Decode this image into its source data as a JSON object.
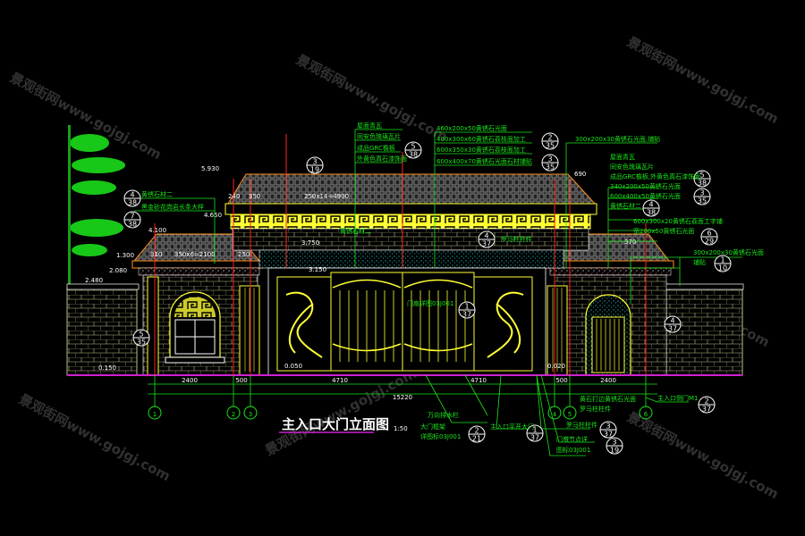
{
  "drawing": {
    "title": "主入口大门立面图",
    "scale": "1:50",
    "watermark": "景观街网www.gojgj.com"
  },
  "dimensions": {
    "segments": [
      "2400",
      "500",
      "4710",
      "4710",
      "500",
      "2400"
    ],
    "total": "15220",
    "top_elevations": [
      "5.930",
      "4.650",
      "4.100",
      "3.750",
      "3.150",
      "2.480",
      "2.080",
      "1.300"
    ],
    "roof_dims": [
      "240",
      "350",
      "350x6=2100",
      "250x14=4900",
      "690",
      "370",
      "310",
      "250"
    ],
    "base": [
      "0.150",
      "0.050",
      "0.020"
    ]
  },
  "axes": [
    "1",
    "2",
    "3",
    "4",
    "5",
    "6"
  ],
  "callouts_top_center": {
    "left_group": [
      "屋面青瓦",
      "同安色琉璃瓦片",
      "成品GRC檐板",
      "外黄色真石漆饰面"
    ],
    "left_ref": {
      "num": "5",
      "sheet": "38"
    },
    "right_group": [
      "460x200x50黄锈石光面",
      "400x300x60黄锈石荔枝面加工",
      "600x350x30黄锈石荔枝面加工",
      "600x400x70黄锈石光面石材铺贴"
    ],
    "ref_a": {
      "num": "2",
      "sheet": "35"
    },
    "ref_b": {
      "num": "3",
      "sheet": "35"
    }
  },
  "callouts_right": {
    "top_line": "300x200x30黄锈石光面,铺贴",
    "group": [
      "屋面青瓦",
      "同安色琉璃瓦片",
      "成品GRC檐板,外黄色真石漆饰面",
      "340x200x50黄锈石光面",
      "600x400x50黄锈石光面",
      "黄锈石材二"
    ],
    "ref_a": {
      "num": "5",
      "sheet": "38"
    },
    "ref_b": {
      "num": "3",
      "sheet": "35"
    },
    "ref_c": {
      "num": "4",
      "sheet": "38"
    },
    "lower_group": [
      "600x300x20黄锈石荔面工字铺",
      "宽200x50黄锈石光面"
    ],
    "ref_d": {
      "num": "6",
      "sheet": "29"
    },
    "lower_line": "300x200x30黄锈石光面",
    "lower_label": "铺贴",
    "ref_e": {
      "num": "1",
      "sheet": "10"
    },
    "ref_f": {
      "num": "4",
      "sheet": "37"
    },
    "ref_g": {
      "num": "2",
      "sheet": "37"
    }
  },
  "callouts_left": {
    "items": [
      "黄锈石材二",
      "黑金砂花岗岩长条大样"
    ],
    "ref_a": {
      "num": "4",
      "sheet": "38"
    },
    "ref_b": {
      "num": "7",
      "sheet": "38"
    },
    "ref_c": {
      "num": "5",
      "sheet": "35"
    },
    "ref_d": {
      "num": "3",
      "sheet": "19"
    }
  },
  "callouts_middle": {
    "stone": "黄锈石材二",
    "ref": {
      "num": "4",
      "sheet": "37"
    },
    "roman": "罗马柱柱件",
    "gate_note": "门扇详图03J001",
    "gate_ref": {
      "num": "1",
      "sheet": "37"
    }
  },
  "callouts_bottom": {
    "auto_door": "万向排水栏",
    "gate_frame": "大门框架",
    "gate_frame_ref": "详图标03J001",
    "gate_frame_circle": {
      "num": "2",
      "sheet": "21"
    },
    "main_gate": "主入口平开大门",
    "main_gate_circle": {
      "num": "1",
      "sheet": "37"
    },
    "stone_note": "黄石打边黄锈石光面",
    "roman_col": "罗马柱柱件",
    "roman_col2": "罗马柱柱件",
    "roman_circle": {
      "num": "3",
      "sheet": "37"
    },
    "door_detail": "门墩节点详",
    "door_detail_ref": "图标03J001",
    "door_circle": {
      "num": "3",
      "sheet": "19"
    },
    "side_door": "主入口侧门M1",
    "side_door_circle": {
      "num": "2",
      "sheet": "37"
    }
  },
  "colors": {
    "line_green": "#19e619",
    "yellow": "#ffff33",
    "red": "#ff2020",
    "magenta": "#d020d0",
    "white": "#ffffff"
  }
}
